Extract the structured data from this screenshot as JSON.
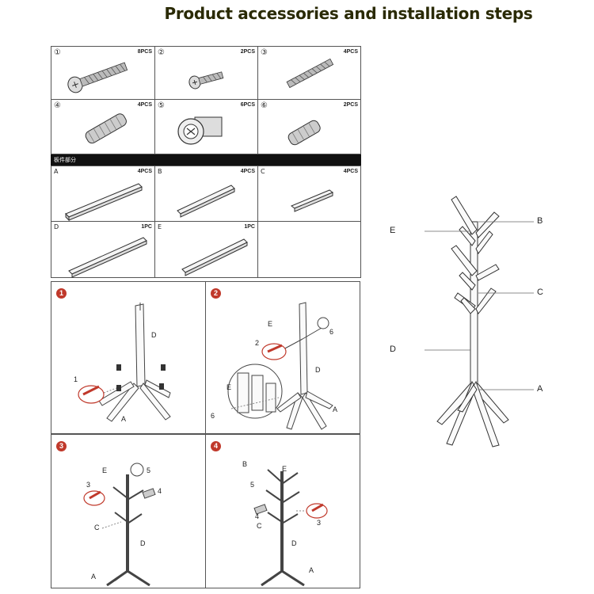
{
  "title": "Product accessories and installation steps",
  "hardware": [
    {
      "num": "①",
      "qty": "8PCS",
      "icon": "long-screw-icon"
    },
    {
      "num": "②",
      "qty": "2PCS",
      "icon": "short-screw-icon"
    },
    {
      "num": "③",
      "qty": "4PCS",
      "icon": "threaded-rod-icon"
    },
    {
      "num": "④",
      "qty": "4PCS",
      "icon": "dowel-icon"
    },
    {
      "num": "⑤",
      "qty": "6PCS",
      "icon": "cam-nut-icon"
    },
    {
      "num": "⑥",
      "qty": "2PCS",
      "icon": "short-dowel-icon"
    }
  ],
  "section_bar": "板件部分",
  "boards": [
    {
      "letter": "A",
      "qty": "4PCS"
    },
    {
      "letter": "B",
      "qty": "4PCS"
    },
    {
      "letter": "C",
      "qty": "4PCS"
    },
    {
      "letter": "D",
      "qty": "1PC"
    },
    {
      "letter": "E",
      "qty": "1PC"
    }
  ],
  "steps": [
    {
      "num": "1",
      "labels": {
        "d": "D",
        "one": "1",
        "a": "A"
      }
    },
    {
      "num": "2",
      "labels": {
        "e": "E",
        "two": "2",
        "six_top": "6",
        "e_inset": "E",
        "d": "D",
        "six": "6",
        "a": "A"
      }
    },
    {
      "num": "3",
      "labels": {
        "e": "E",
        "five": "5",
        "three": "3",
        "four": "4",
        "c": "C",
        "d": "D",
        "a": "A"
      }
    },
    {
      "num": "4",
      "labels": {
        "b": "B",
        "e": "E",
        "five": "5",
        "four": "4",
        "c": "C",
        "three": "3",
        "d": "D",
        "a": "A"
      }
    }
  ],
  "tree_labels": {
    "e": "E",
    "b": "B",
    "c": "C",
    "d": "D",
    "a": "A"
  }
}
